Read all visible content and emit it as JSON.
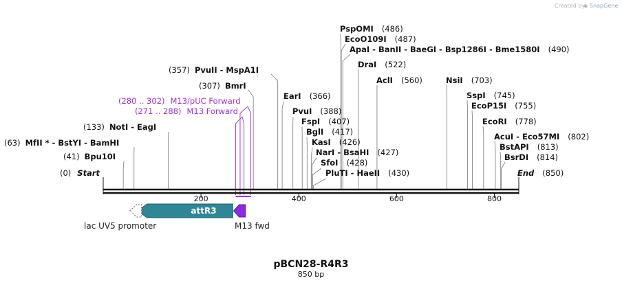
{
  "brand": {
    "created_by": "Created by",
    "name": "SnapGene"
  },
  "plasmid": {
    "name": "pBCN28-R4R3",
    "length_label": "850 bp",
    "length": 850
  },
  "ruler": {
    "ticks": [
      200,
      400,
      600,
      800
    ]
  },
  "ends": [
    {
      "pos_label": "(0)",
      "name": "Start",
      "bp": 0
    },
    {
      "name": "End",
      "pos_label": "(850)",
      "bp": 850
    }
  ],
  "sites": [
    {
      "pos": "(41)",
      "name": "Bpu10I",
      "bp": 41
    },
    {
      "pos": "(63)",
      "name": "MfII * - BstYI - BamHI",
      "bp": 63
    },
    {
      "pos": "(133)",
      "name": "NotI - EagI",
      "bp": 133
    },
    {
      "pos": "(307)",
      "name": "BmrI",
      "bp": 307
    },
    {
      "pos": "(357)",
      "name": "PvuII - MspA1I",
      "bp": 357
    },
    {
      "name": "EarI",
      "pos": "(366)",
      "bp": 366
    },
    {
      "name": "PvuI",
      "pos": "(388)",
      "bp": 388
    },
    {
      "name": "FspI",
      "pos": "(407)",
      "bp": 407
    },
    {
      "name": "BglI",
      "pos": "(417)",
      "bp": 417
    },
    {
      "name": "KasI",
      "pos": "(426)",
      "bp": 426
    },
    {
      "name": "NarI - BsaHI",
      "pos": "(427)",
      "bp": 427
    },
    {
      "name": "SfoI",
      "pos": "(428)",
      "bp": 428
    },
    {
      "name": "PluTI - HaeII",
      "pos": "(430)",
      "bp": 430
    },
    {
      "name": "PspOMI",
      "pos": "(486)",
      "bp": 486
    },
    {
      "name": "EcoO109I",
      "pos": "(487)",
      "bp": 487
    },
    {
      "name": "ApaI - BanII - BaeGI - Bsp1286I - Bme1580I",
      "pos": "(490)",
      "bp": 490
    },
    {
      "name": "DraI",
      "pos": "(522)",
      "bp": 522
    },
    {
      "name": "AclI",
      "pos": "(560)",
      "bp": 560
    },
    {
      "name": "NsiI",
      "pos": "(703)",
      "bp": 703
    },
    {
      "name": "SspI",
      "pos": "(745)",
      "bp": 745
    },
    {
      "name": "EcoP15I",
      "pos": "(755)",
      "bp": 755
    },
    {
      "name": "EcoRI",
      "pos": "(778)",
      "bp": 778
    },
    {
      "name": "AcuI - Eco57MI",
      "pos": "(802)",
      "bp": 802
    },
    {
      "name": "BstAPI",
      "pos": "(813)",
      "bp": 813
    },
    {
      "name": "BsrDI",
      "pos": "(814)",
      "bp": 814
    }
  ],
  "primers": [
    {
      "range": "(280 .. 302)",
      "name": "M13/pUC Forward",
      "start": 280,
      "end": 302
    },
    {
      "range": "(271 .. 288)",
      "name": "M13 Forward",
      "start": 271,
      "end": 288
    }
  ],
  "features": [
    {
      "name": "attR3",
      "type": "attR3",
      "start": 70,
      "end": 265,
      "color": "#2e8696"
    },
    {
      "name": "lac UV5 promoter",
      "type": "promoter",
      "start": 40,
      "end": 70,
      "color": "#ffffff"
    },
    {
      "name": "M13 fwd",
      "type": "primer_bind",
      "start": 271,
      "end": 288,
      "color": "#8a2be2"
    }
  ],
  "colors": {
    "primer": "#9b30d9",
    "attR3": "#2e8696",
    "m13fwd": "#8a2be2",
    "backbone": "#111111",
    "brand_accent": "#8fa7c4"
  }
}
